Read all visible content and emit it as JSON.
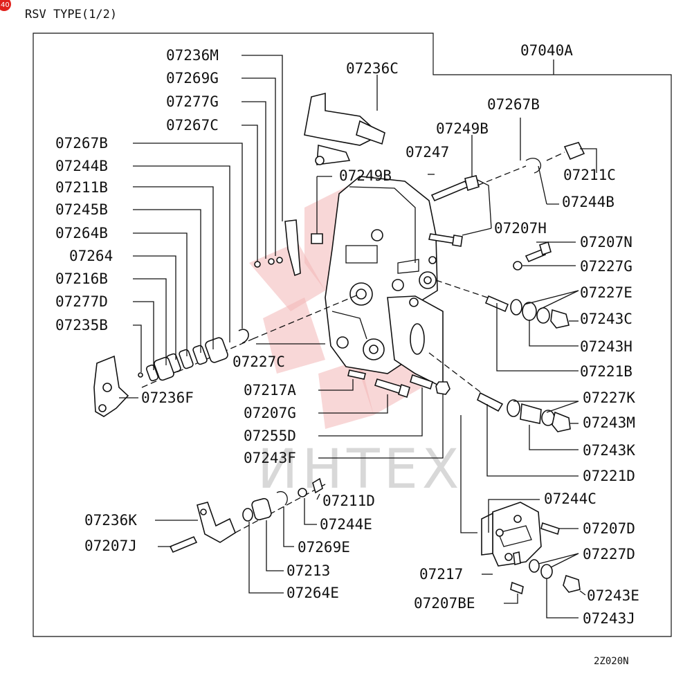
{
  "header": {
    "title": "RSV TYPE(1/2)",
    "badge": "40"
  },
  "footer": {
    "code": "2Z020N"
  },
  "watermark": {
    "text": "ИНТЕХ",
    "color": "#f2b7b7"
  },
  "colors": {
    "badge": "#e0211c",
    "line": "#111111"
  },
  "assembly_label": "07040A",
  "labels": {
    "l_07236M": "07236M",
    "l_07269G": "07269G",
    "l_07277G": "07277G",
    "l_07267C": "07267C",
    "l_07236C": "07236C",
    "l_07267B_r": "07267B",
    "l_07249B_top": "07249B",
    "l_07247": "07247",
    "l_07211C": "07211C",
    "l_07244B_r": "07244B",
    "l_07249B_mid": "07249B",
    "l_07207H": "07207H",
    "l_07207N": "07207N",
    "l_07227G": "07227G",
    "l_07227E": "07227E",
    "l_07243C": "07243C",
    "l_07243H": "07243H",
    "l_07221B": "07221B",
    "l_07227K": "07227K",
    "l_07243M": "07243M",
    "l_07243K": "07243K",
    "l_07221D": "07221D",
    "l_07244C": "07244C",
    "l_07207D": "07207D",
    "l_07227D": "07227D",
    "l_07243E": "07243E",
    "l_07243J": "07243J",
    "l_07217": "07217",
    "l_07207BE": "07207BE",
    "l_07267B_l": "07267B",
    "l_07244B_l": "07244B",
    "l_07211B": "07211B",
    "l_07245B": "07245B",
    "l_07264B": "07264B",
    "l_07264": "07264",
    "l_07216B": "07216B",
    "l_07277D": "07277D",
    "l_07235B": "07235B",
    "l_07236F": "07236F",
    "l_07227C": "07227C",
    "l_07217A": "07217A",
    "l_07207G": "07207G",
    "l_07255D": "07255D",
    "l_07243F": "07243F",
    "l_07211D": "07211D",
    "l_07244E": "07244E",
    "l_07269E": "07269E",
    "l_07213": "07213",
    "l_07264E": "07264E",
    "l_07236K": "07236K",
    "l_07207J": "07207J"
  }
}
